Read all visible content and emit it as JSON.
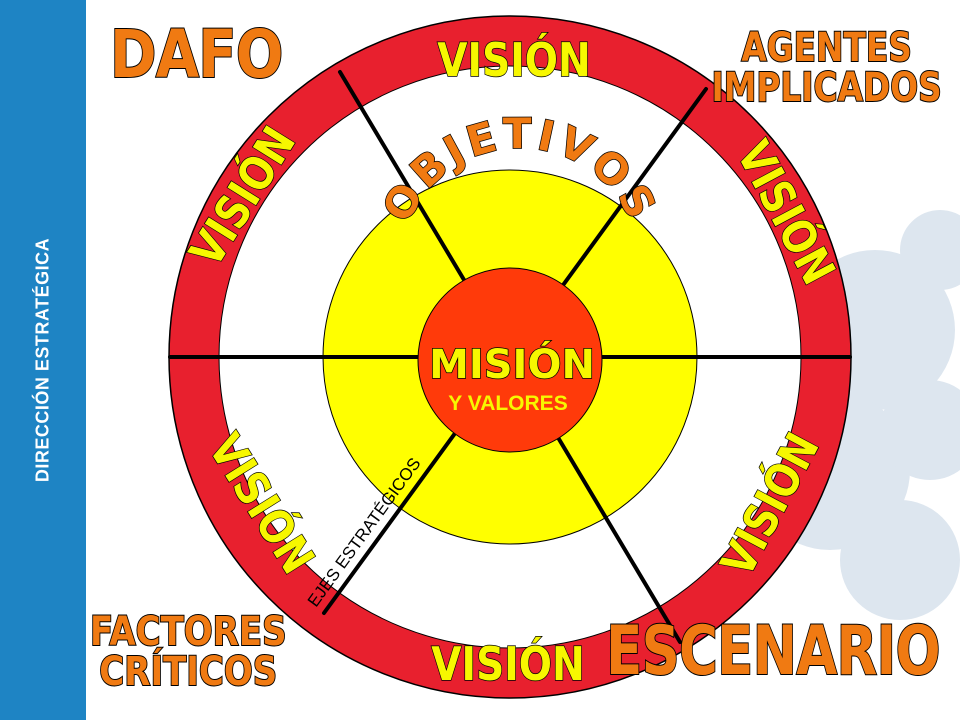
{
  "sidebar": {
    "title": "DIRECCIÓN ESTRATÉGICA"
  },
  "corners": {
    "top_left": "DAFO",
    "top_right": [
      "AGENTES",
      "IMPLICADOS"
    ],
    "bottom_left": [
      "FACTORES",
      "CRÍTICOS"
    ],
    "bottom_right": "ESCENARIO"
  },
  "wheel": {
    "outer_ring_label": "VISIÓN",
    "middle_label": "OBJETIVOS",
    "center_title": "MISIÓN",
    "center_subtitle": "Y VALORES",
    "spoke_label": "EJES ESTRATÉGICOS"
  },
  "colors": {
    "sidebar": "#1e84c4",
    "ring": "#e8202e",
    "middle": "#ffff00",
    "center": "#ff3a0a",
    "corner_text": "#f07a12",
    "ring_text": "#f7f700",
    "background_accent": "#dde6ef"
  }
}
